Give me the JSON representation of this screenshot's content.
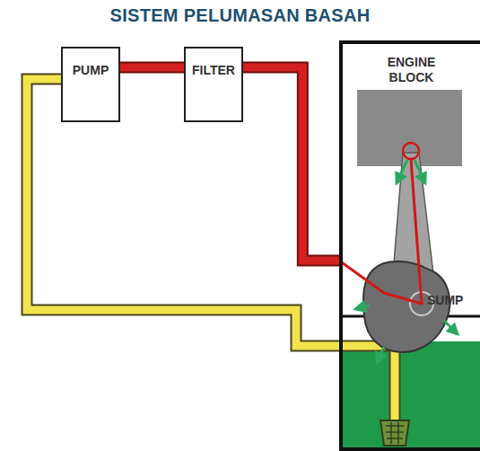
{
  "diagram": {
    "title": "SISTEM PELUMASAN BASAH",
    "nodes": [
      {
        "text": [
          "PUMP"
        ]
      },
      {
        "text": [
          "FILTER"
        ]
      },
      {
        "text": [
          "ENGINE BLOCK"
        ]
      }
    ],
    "edges": [
      {
        "from": 0,
        "to": 1,
        "arrow": "none"
      },
      {
        "from": 1,
        "to": 2,
        "arrow": "none"
      }
    ],
    "labels": [
      "SUMP"
    ]
  }
}
